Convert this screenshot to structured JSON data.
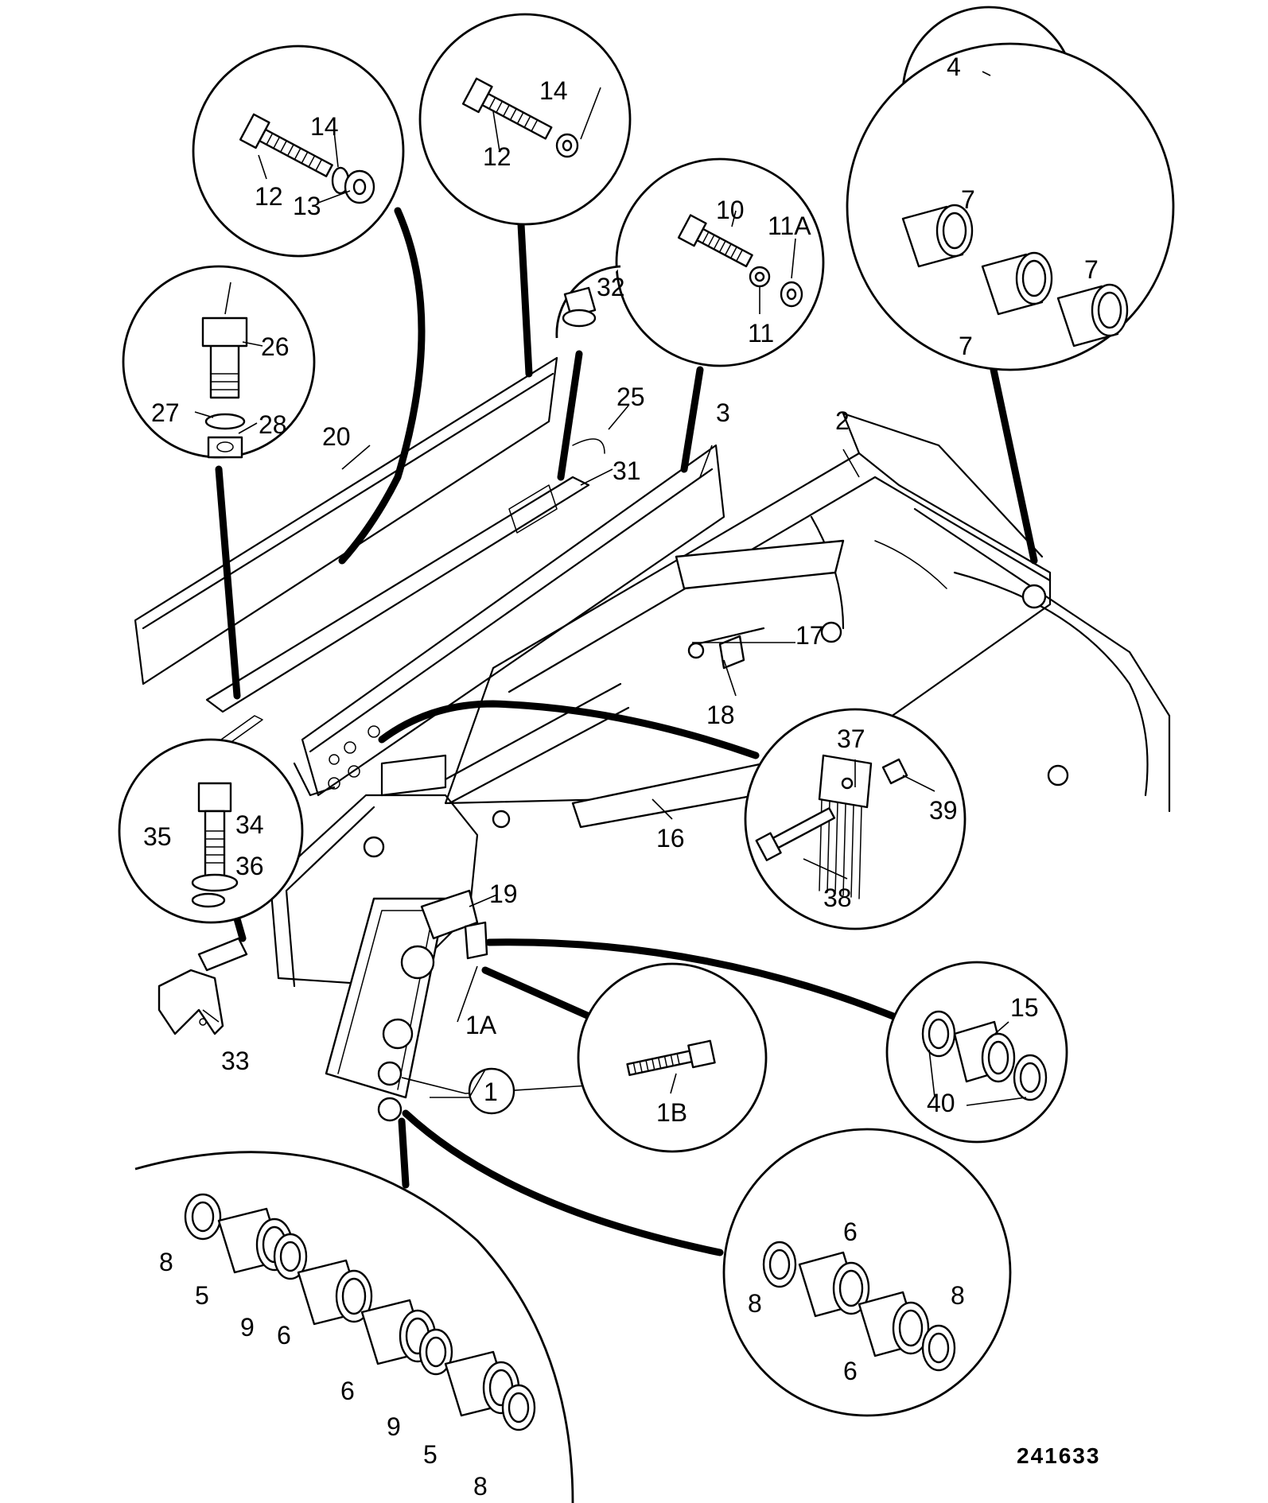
{
  "drawing_number": "241633",
  "callouts": {
    "c1": "1",
    "c1a": "1A",
    "c1b": "1B",
    "c2": "2",
    "c3": "3",
    "c4": "4",
    "c5a": "5",
    "c5b": "5",
    "c6a": "6",
    "c6b": "6",
    "c6c": "6",
    "c6d": "6",
    "c7a": "7",
    "c7b": "7",
    "c7c": "7",
    "c8a": "8",
    "c8b": "8",
    "c8c": "8",
    "c8d": "8",
    "c9a": "9",
    "c9b": "9",
    "c10": "10",
    "c11": "11",
    "c11a": "11A",
    "c12a": "12",
    "c12b": "12",
    "c13": "13",
    "c14a": "14",
    "c14b": "14",
    "c15": "15",
    "c16": "16",
    "c17": "17",
    "c18": "18",
    "c19": "19",
    "c20": "20",
    "c25": "25",
    "c26": "26",
    "c27": "27",
    "c28": "28",
    "c31": "31",
    "c32": "32",
    "c33": "33",
    "c34": "34",
    "c35": "35",
    "c36": "36",
    "c37": "37",
    "c38": "38",
    "c39": "39",
    "c40": "40"
  }
}
